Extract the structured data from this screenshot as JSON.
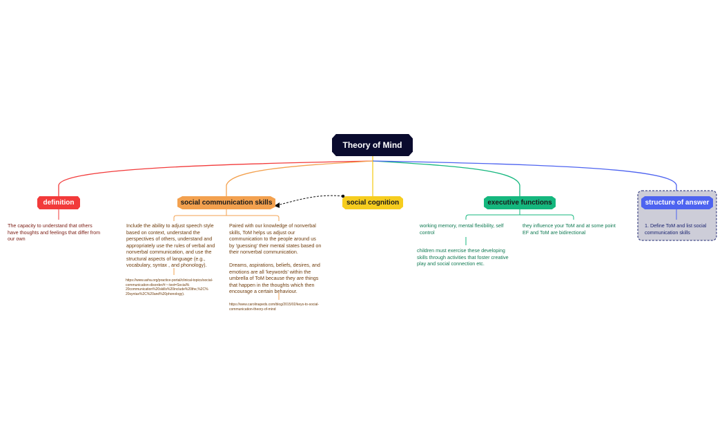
{
  "colors": {
    "root": "#0a0b2e",
    "definition": "#f23a3a",
    "social_comm": "#f3a14f",
    "social_cog": "#f6cd1f",
    "exec": "#15b77e",
    "structure": "#4d63f0",
    "dark_red_text": "#7a1a10",
    "dark_orange_text": "#6e3b0a",
    "green_text": "#0f7a52",
    "navy_text": "#1b2470"
  },
  "root": {
    "label": "Theory of Mind"
  },
  "branches": {
    "definition": {
      "label": "definition",
      "text": "The capacity to understand that others\nhave thoughts and feelings that differ from\nour own"
    },
    "social_comm": {
      "label": "social communication skills",
      "text_left": "Include the ability to adjust speech style\nbased on context, understand the\nperspectives of others, understand and\nappropriately use the rules of verbal and\nnonverbal communication, and use the\nstructural aspects of language (e.g.,\nvocabulary, syntax , and phonology).",
      "url_left": "https://www.asha.org/practice-portal/clinical-topics/social-\ncommunication-disorder/#:~:text=Social%\n20communication%20skills%20include%20the,%2C%\n20syntax%2C%20and%20phonology).",
      "text_right": "Paired with our knowledge of nonverbal\nskills, ToM helps us adjust our\ncommunication to the people around us\nby 'guessing' their mental states based on\ntheir nonverbal communication.\n\nDreams, aspirations, beliefs, desires, and\nemotions are all 'keywords' within the\numbrella of ToM because they are things\nthat happen in the thoughts which then\nencourage a certain behaviour.",
      "url_right": "https://www.carolinapeds.com/blog/2015/02/keys-to-social-\ncommunication-theory-of-mind"
    },
    "social_cog": {
      "label": "social cognition"
    },
    "exec": {
      "label": "executive functions",
      "text_left": "working memory, mental flexibility, self\ncontrol",
      "text_below": "children must exercise these developing\nskills through activities that foster creative\nplay and social connection etc.",
      "text_right": "they influence your ToM and at some point\nEF and ToM are bidirectional"
    },
    "structure": {
      "label": "structure of answer",
      "text": "1. Define ToM and list social\ncommunication skills"
    }
  }
}
